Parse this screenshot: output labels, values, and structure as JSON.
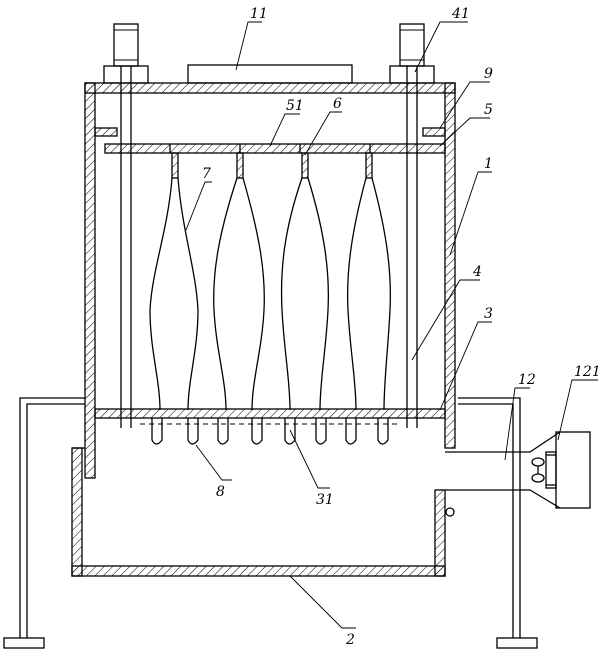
{
  "labels": {
    "l11": "11",
    "l41": "41",
    "l9": "9",
    "l51": "51",
    "l6": "6",
    "l5": "5",
    "l7": "7",
    "l1": "1",
    "l4": "4",
    "l3": "3",
    "l12": "12",
    "l121": "121",
    "l8": "8",
    "l31": "31",
    "l2": "2"
  },
  "colors": {
    "line": "#000000",
    "background": "#ffffff"
  }
}
